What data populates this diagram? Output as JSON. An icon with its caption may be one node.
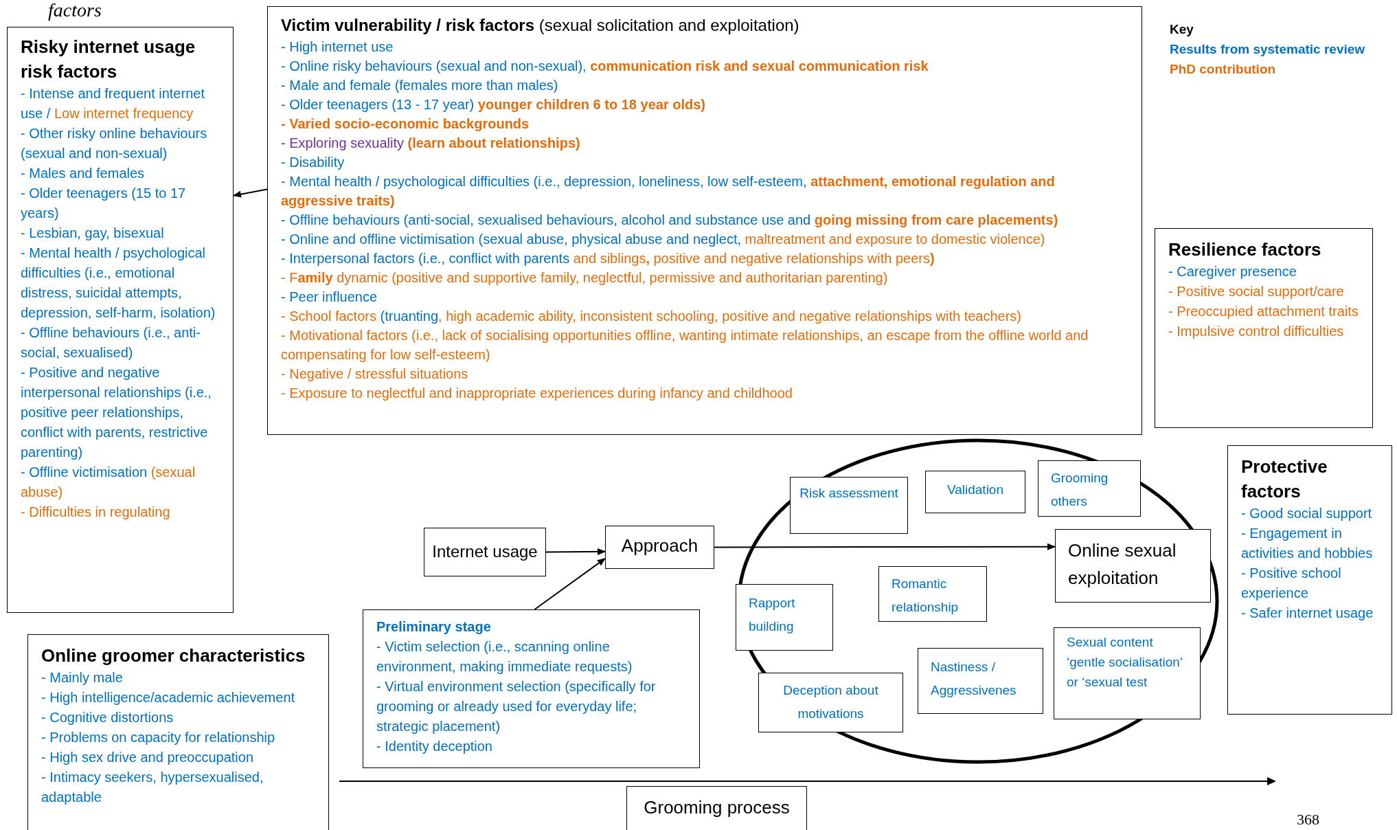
{
  "diagram": {
    "nodes": [
      {
        "text": [
          "Risky internet usage risk factors",
          "- Intense and frequent internet use /",
          "Low internet frequency",
          "- Other risky online behaviours (sexual and non-sexual)",
          "- Males and females",
          "- Older teenagers (15 to 17 years)",
          "- Lesbian, gay, bisexual",
          "- Mental health / psychological difficulties (i.e., emotional distress, suicidal attempts, depression, self-harm, isolation)",
          "- Offline behaviours (i.e., anti-social, sexualised)",
          "- Positive and negative interpersonal relationships (i.e., positive peer relationships, conflict with parents, restrictive parenting)",
          "- Offline victimisation",
          "(sexual abuse)",
          "- Difficulties in regulating"
        ]
      },
      {
        "text": [
          "**Victim vulnerability / risk factors** (sexual solicitation and exploitation)",
          "- High internet use",
          "- Online risky behaviours (sexual and non-sexual),",
          "communication risk and sexual communication risk",
          "- Male and female (females more than males)",
          "- Older teenagers (13 - 17 year)",
          "younger children 6 to 18 year olds)",
          "- Varied socio-economic backgrounds",
          "- Exploring sexuality",
          "(learn about relationships)",
          "- Disability",
          "- Mental health / psychological difficulties (i.e., depression, loneliness, low self-esteem,",
          "attachment, emotional regulation and aggressive traits)",
          "- Offline behaviours (anti-social, sexualised behaviours, alcohol and substance use and",
          "going missing from care placements)",
          "- Online and offline victimisation (sexual abuse, physical abuse and neglect,",
          "maltreatment and exposure to domestic violence)",
          "- Interpersonal factors (i.e., conflict with parents",
          "and siblings**,** positive and negative relationships with peers**)**",
          "- F**amily** dynamic (positive and supportive family, neglectful, permissive and authoritarian parenting)",
          "- Peer influence",
          "- School factors",
          "(truanting",
          ", high academic ability, inconsistent schooling, positive and negative relationships with teachers)",
          "- Motivational factors (i.e., lack of socialising opportunities offline, wanting intimate relationships, an escape from the offline world and compensating for low self-esteem)",
          "- Negative / stressful situations",
          "- Exposure to neglectful and inappropriate experiences during infancy and childhood"
        ]
      },
      {
        "text": [
          "Resilience factors",
          "- Caregiver presence",
          "- Positive social support/care",
          "- Preoccupied attachment traits",
          "- Impulsive control difficulties"
        ]
      },
      {
        "text": [
          "Protective factors",
          "- Good social support",
          "- Engagement in activities and hobbies",
          "- Positive school experience",
          "- Safer internet usage"
        ]
      },
      {
        "text": [
          "Online groomer characteristics",
          "- Mainly male",
          "- High intelligence/academic achievement",
          "- Cognitive distortions",
          "- Problems on capacity for relationship",
          "- High sex drive and preoccupation",
          "- Intimacy seekers, hypersexualised, adaptable"
        ]
      },
      {
        "text": [
          "Internet usage"
        ]
      },
      {
        "text": [
          "Approach"
        ]
      },
      {
        "text": [
          "Preliminary stage",
          "- Victim selection (i.e., scanning online environment, making immediate requests)",
          "- Virtual environment selection (specifically for grooming or already used for everyday life; strategic placement)",
          "- Identity deception"
        ]
      },
      {
        "text": [
          "Risk assessment"
        ]
      },
      {
        "text": [
          "Validation"
        ]
      },
      {
        "text": [
          "Grooming others"
        ]
      },
      {
        "text": [
          "Online sexual exploitation"
        ]
      },
      {
        "text": [
          "Rapport building"
        ]
      },
      {
        "text": [
          "Romantic relationship"
        ]
      },
      {
        "text": [
          "Nastiness / Aggressivenes"
        ]
      },
      {
        "text": [
          "Sexual content ‘gentle socialisation’ or ‘sexual test"
        ]
      },
      {
        "text": [
          "Deception about motivations"
        ]
      },
      {
        "text": [
          "Grooming process"
        ]
      }
    ],
    "edges": [
      {
        "from": 1,
        "to": 0,
        "arrow": "to"
      },
      {
        "from": 5,
        "to": 6,
        "arrow": "to"
      },
      {
        "from": 7,
        "to": 6,
        "arrow": "to"
      },
      {
        "from": 6,
        "to": 11,
        "arrow": "to"
      }
    ],
    "labels": [
      "factors",
      "Key",
      "368"
    ],
    "legend": [
      {
        "text": "Results from systematic review",
        "color": "#0070c0"
      },
      {
        "text": "PhD contribution",
        "color": "#e46c0a"
      }
    ]
  }
}
